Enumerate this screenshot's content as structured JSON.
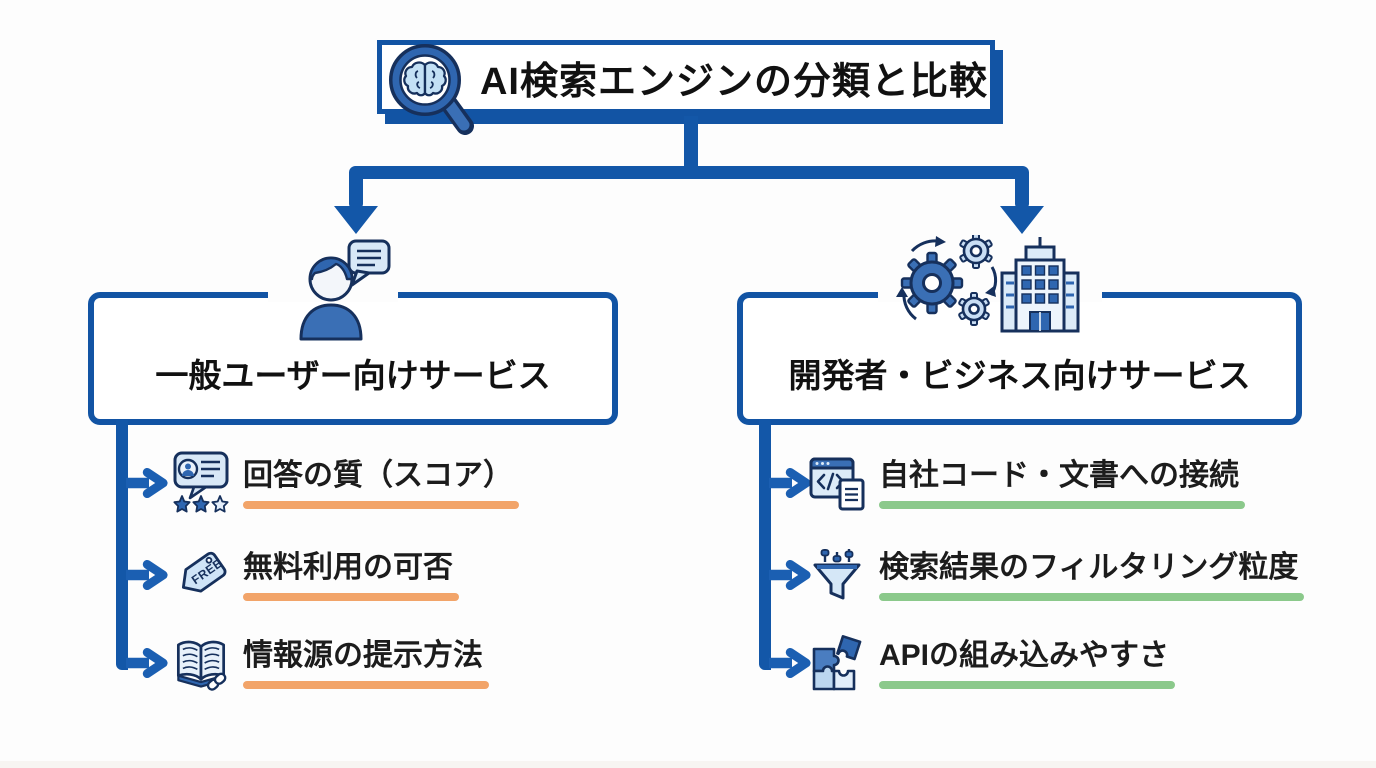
{
  "title": {
    "text": "AI検索エンジンの分類と比較",
    "icon": "brain-search-icon"
  },
  "branches": {
    "left": {
      "header": "一般ユーザー向けサービス",
      "icon": "user-chat-icon",
      "accent_color": "#F2A469",
      "items": [
        {
          "label": "回答の質（スコア）",
          "icon": "review-stars-icon"
        },
        {
          "label": "無料利用の可否",
          "icon": "free-tag-icon",
          "icon_text": "FREE"
        },
        {
          "label": "情報源の提示方法",
          "icon": "book-source-icon"
        }
      ]
    },
    "right": {
      "header": "開発者・ビジネス向けサービス",
      "icon": "gears-building-icon",
      "accent_color": "#8BC98B",
      "items": [
        {
          "label": "自社コード・文書への接続",
          "icon": "code-document-icon"
        },
        {
          "label": "検索結果のフィルタリング粒度",
          "icon": "filter-icon"
        },
        {
          "label": "APIの組み込みやすさ",
          "icon": "puzzle-icon"
        }
      ]
    }
  },
  "colors": {
    "connector_blue": "#1357A8",
    "box_border_blue": "#1254A4",
    "icon_outline": "#16305C",
    "icon_mid_blue": "#3A6FB5",
    "icon_light_blue": "#D8E8F7",
    "orange_underline": "#F2A469",
    "green_underline": "#8BC98B",
    "background": "#FDFDFD",
    "text": "#1C1C1C"
  }
}
